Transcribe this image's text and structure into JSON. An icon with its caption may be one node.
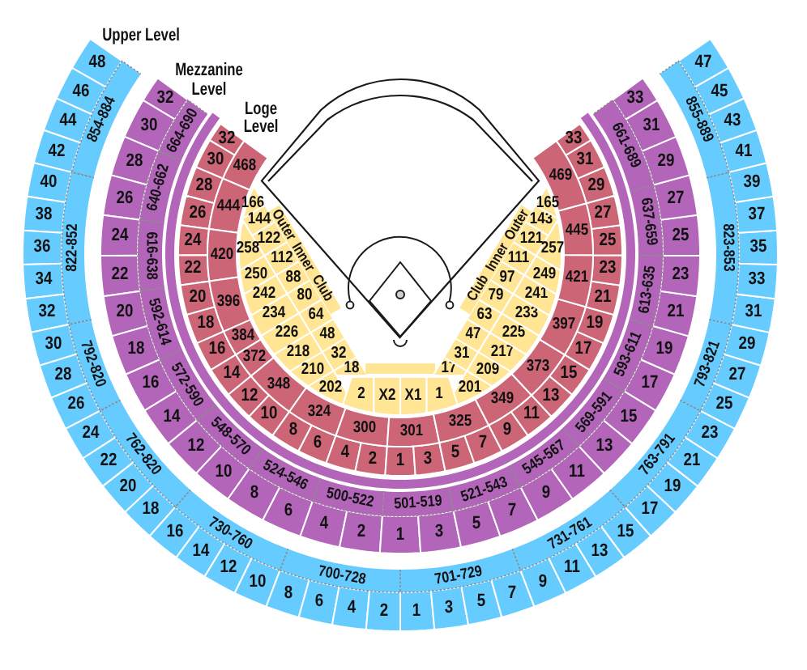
{
  "diagram": {
    "nodes": [
      {
        "text": [
          "48"
        ]
      },
      {
        "text": [
          "46"
        ]
      },
      {
        "text": [
          "44"
        ]
      },
      {
        "text": [
          "42"
        ]
      },
      {
        "text": [
          "40"
        ]
      },
      {
        "text": [
          "38"
        ]
      },
      {
        "text": [
          "36"
        ]
      },
      {
        "text": [
          "34"
        ]
      },
      {
        "text": [
          "32"
        ]
      },
      {
        "text": [
          "30"
        ]
      },
      {
        "text": [
          "28"
        ]
      },
      {
        "text": [
          "26"
        ]
      },
      {
        "text": [
          "24"
        ]
      },
      {
        "text": [
          "22"
        ]
      },
      {
        "text": [
          "20"
        ]
      },
      {
        "text": [
          "18"
        ]
      },
      {
        "text": [
          "16"
        ]
      },
      {
        "text": [
          "14"
        ]
      },
      {
        "text": [
          "12"
        ]
      },
      {
        "text": [
          "10"
        ]
      },
      {
        "text": [
          "8"
        ]
      },
      {
        "text": [
          "6"
        ]
      },
      {
        "text": [
          "4"
        ]
      },
      {
        "text": [
          "2"
        ]
      },
      {
        "text": [
          "1"
        ]
      },
      {
        "text": [
          "3"
        ]
      },
      {
        "text": [
          "5"
        ]
      },
      {
        "text": [
          "7"
        ]
      },
      {
        "text": [
          "9"
        ]
      },
      {
        "text": [
          "11"
        ]
      },
      {
        "text": [
          "13"
        ]
      },
      {
        "text": [
          "15"
        ]
      },
      {
        "text": [
          "17"
        ]
      },
      {
        "text": [
          "19"
        ]
      },
      {
        "text": [
          "21"
        ]
      },
      {
        "text": [
          "23"
        ]
      },
      {
        "text": [
          "25"
        ]
      },
      {
        "text": [
          "27"
        ]
      },
      {
        "text": [
          "29"
        ]
      },
      {
        "text": [
          "31"
        ]
      },
      {
        "text": [
          "33"
        ]
      },
      {
        "text": [
          "35"
        ]
      },
      {
        "text": [
          "37"
        ]
      },
      {
        "text": [
          "39"
        ]
      },
      {
        "text": [
          "41"
        ]
      },
      {
        "text": [
          "43"
        ]
      },
      {
        "text": [
          "45"
        ]
      },
      {
        "text": [
          "47"
        ]
      },
      {
        "text": [
          "854-884"
        ]
      },
      {
        "text": [
          "822-852"
        ]
      },
      {
        "text": [
          "792-820"
        ]
      },
      {
        "text": [
          "762-820"
        ]
      },
      {
        "text": [
          "730-760"
        ]
      },
      {
        "text": [
          "700-728"
        ]
      },
      {
        "text": [
          "701-729"
        ]
      },
      {
        "text": [
          "731-761"
        ]
      },
      {
        "text": [
          "763-791"
        ]
      },
      {
        "text": [
          "793-821"
        ]
      },
      {
        "text": [
          "823-853"
        ]
      },
      {
        "text": [
          "855-889"
        ]
      },
      {
        "text": [
          "32"
        ]
      },
      {
        "text": [
          "30"
        ]
      },
      {
        "text": [
          "28"
        ]
      },
      {
        "text": [
          "26"
        ]
      },
      {
        "text": [
          "24"
        ]
      },
      {
        "text": [
          "22"
        ]
      },
      {
        "text": [
          "20"
        ]
      },
      {
        "text": [
          "18"
        ]
      },
      {
        "text": [
          "16"
        ]
      },
      {
        "text": [
          "14"
        ]
      },
      {
        "text": [
          "12"
        ]
      },
      {
        "text": [
          "10"
        ]
      },
      {
        "text": [
          "8"
        ]
      },
      {
        "text": [
          "6"
        ]
      },
      {
        "text": [
          "4"
        ]
      },
      {
        "text": [
          "2"
        ]
      },
      {
        "text": [
          "1"
        ]
      },
      {
        "text": [
          "3"
        ]
      },
      {
        "text": [
          "5"
        ]
      },
      {
        "text": [
          "7"
        ]
      },
      {
        "text": [
          "9"
        ]
      },
      {
        "text": [
          "11"
        ]
      },
      {
        "text": [
          "13"
        ]
      },
      {
        "text": [
          "15"
        ]
      },
      {
        "text": [
          "17"
        ]
      },
      {
        "text": [
          "19"
        ]
      },
      {
        "text": [
          "21"
        ]
      },
      {
        "text": [
          "23"
        ]
      },
      {
        "text": [
          "25"
        ]
      },
      {
        "text": [
          "27"
        ]
      },
      {
        "text": [
          "29"
        ]
      },
      {
        "text": [
          "31"
        ]
      },
      {
        "text": [
          "33"
        ]
      },
      {
        "text": [
          "664-690"
        ]
      },
      {
        "text": [
          "640-662"
        ]
      },
      {
        "text": [
          "616-638"
        ]
      },
      {
        "text": [
          "592-614"
        ]
      },
      {
        "text": [
          "572-590"
        ]
      },
      {
        "text": [
          "548-570"
        ]
      },
      {
        "text": [
          "524-546"
        ]
      },
      {
        "text": [
          "500-522"
        ]
      },
      {
        "text": [
          "501-519"
        ]
      },
      {
        "text": [
          "521-543"
        ]
      },
      {
        "text": [
          "545-567"
        ]
      },
      {
        "text": [
          "569-591"
        ]
      },
      {
        "text": [
          "593-611"
        ]
      },
      {
        "text": [
          "613-635"
        ]
      },
      {
        "text": [
          "637-659"
        ]
      },
      {
        "text": [
          "661-689"
        ]
      },
      {
        "text": [],
        "shape": "band"
      },
      {
        "text": [
          "32"
        ]
      },
      {
        "text": [
          "30"
        ]
      },
      {
        "text": [
          "28"
        ]
      },
      {
        "text": [
          "26"
        ]
      },
      {
        "text": [
          "24"
        ]
      },
      {
        "text": [
          "22"
        ]
      },
      {
        "text": [
          "20"
        ]
      },
      {
        "text": [
          "18"
        ]
      },
      {
        "text": [
          "16"
        ]
      },
      {
        "text": [
          "14"
        ]
      },
      {
        "text": [
          "12"
        ]
      },
      {
        "text": [
          "10"
        ]
      },
      {
        "text": [
          "8"
        ]
      },
      {
        "text": [
          "6"
        ]
      },
      {
        "text": [
          "4"
        ]
      },
      {
        "text": [
          "2"
        ]
      },
      {
        "text": [
          "1"
        ]
      },
      {
        "text": [
          "3"
        ]
      },
      {
        "text": [
          "5"
        ]
      },
      {
        "text": [
          "7"
        ]
      },
      {
        "text": [
          "9"
        ]
      },
      {
        "text": [
          "11"
        ]
      },
      {
        "text": [
          "13"
        ]
      },
      {
        "text": [
          "15"
        ]
      },
      {
        "text": [
          "17"
        ]
      },
      {
        "text": [
          "19"
        ]
      },
      {
        "text": [
          "21"
        ]
      },
      {
        "text": [
          "23"
        ]
      },
      {
        "text": [
          "25"
        ]
      },
      {
        "text": [
          "27"
        ]
      },
      {
        "text": [
          "29"
        ]
      },
      {
        "text": [
          "31"
        ]
      },
      {
        "text": [
          "33"
        ]
      },
      {
        "text": [
          "468"
        ]
      },
      {
        "text": [
          "444"
        ]
      },
      {
        "text": [
          "420"
        ]
      },
      {
        "text": [
          "396"
        ]
      },
      {
        "text": [
          "384"
        ]
      },
      {
        "text": [
          "372"
        ]
      },
      {
        "text": [
          "348"
        ]
      },
      {
        "text": [
          "324"
        ]
      },
      {
        "text": [
          "300"
        ]
      },
      {
        "text": [
          "301"
        ]
      },
      {
        "text": [
          "325"
        ]
      },
      {
        "text": [
          "349"
        ]
      },
      {
        "text": [
          "373"
        ]
      },
      {
        "text": [
          "397"
        ]
      },
      {
        "text": [
          "421"
        ]
      },
      {
        "text": [
          "445"
        ]
      },
      {
        "text": [
          "469"
        ]
      },
      {
        "text": [
          "166"
        ]
      },
      {
        "text": [
          "144"
        ]
      },
      {
        "text": [
          "122"
        ]
      },
      {
        "text": [
          "112"
        ]
      },
      {
        "text": [
          "88"
        ]
      },
      {
        "text": [
          "80"
        ]
      },
      {
        "text": [
          "64"
        ]
      },
      {
        "text": [
          "48"
        ]
      },
      {
        "text": [
          "32"
        ]
      },
      {
        "text": [
          "18"
        ]
      },
      {
        "text": [
          "258"
        ]
      },
      {
        "text": [
          "250"
        ]
      },
      {
        "text": [
          "242"
        ]
      },
      {
        "text": [
          "234"
        ]
      },
      {
        "text": [
          "226"
        ]
      },
      {
        "text": [
          "218"
        ]
      },
      {
        "text": [
          "210"
        ]
      },
      {
        "text": [
          "202"
        ]
      },
      {
        "text": [
          "Outer",
          "Inner",
          "Club"
        ]
      },
      {
        "text": [
          "2"
        ]
      },
      {
        "text": [
          "X2"
        ]
      },
      {
        "text": [
          "X1"
        ]
      },
      {
        "text": [
          "1"
        ]
      },
      {
        "text": [],
        "shape": "bar"
      },
      {
        "text": [
          "17"
        ]
      },
      {
        "text": [
          "31"
        ]
      },
      {
        "text": [
          "47"
        ]
      },
      {
        "text": [
          "63"
        ]
      },
      {
        "text": [
          "79"
        ]
      },
      {
        "text": [
          "97"
        ]
      },
      {
        "text": [
          "111"
        ]
      },
      {
        "text": [
          "121"
        ]
      },
      {
        "text": [
          "143"
        ]
      },
      {
        "text": [
          "165"
        ]
      },
      {
        "text": [
          "201"
        ]
      },
      {
        "text": [
          "209"
        ]
      },
      {
        "text": [
          "217"
        ]
      },
      {
        "text": [
          "225"
        ]
      },
      {
        "text": [
          "233"
        ]
      },
      {
        "text": [
          "241"
        ]
      },
      {
        "text": [
          "249"
        ]
      },
      {
        "text": [
          "257"
        ]
      },
      {
        "text": [
          "Outer",
          "Inner",
          "Club"
        ]
      }
    ],
    "labels": [
      "Upper Level",
      "Mezzanine Level",
      "Loge Level"
    ]
  }
}
